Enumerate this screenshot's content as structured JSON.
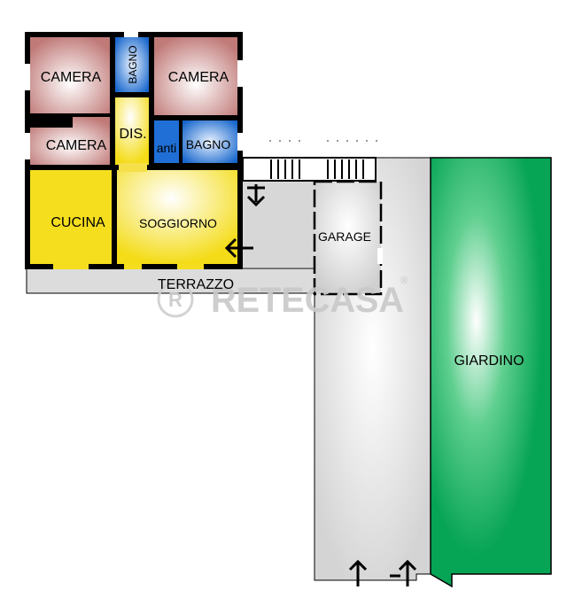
{
  "rooms": {
    "camera_1": "CAMERA",
    "bagno_1": "BAGNO",
    "camera_2": "CAMERA",
    "camera_3": "CAMERA",
    "dis": "DIS.",
    "anti": "anti",
    "bagno_2": "BAGNO",
    "cucina": "CUCINA",
    "soggiorno": "SOGGIORNO",
    "garage": "GARAGE",
    "terrazzo": "TERRAZZO",
    "giardino": "GIARDINO"
  },
  "watermark": {
    "brand": "RETECASA",
    "registered": "®"
  },
  "colors": {
    "camera": "#c9837f",
    "bagno": "#1f6fd6",
    "living": "#f5de1e",
    "corridor": "#d9d9d9",
    "garden": "#0aa858",
    "wall": "#000000"
  }
}
